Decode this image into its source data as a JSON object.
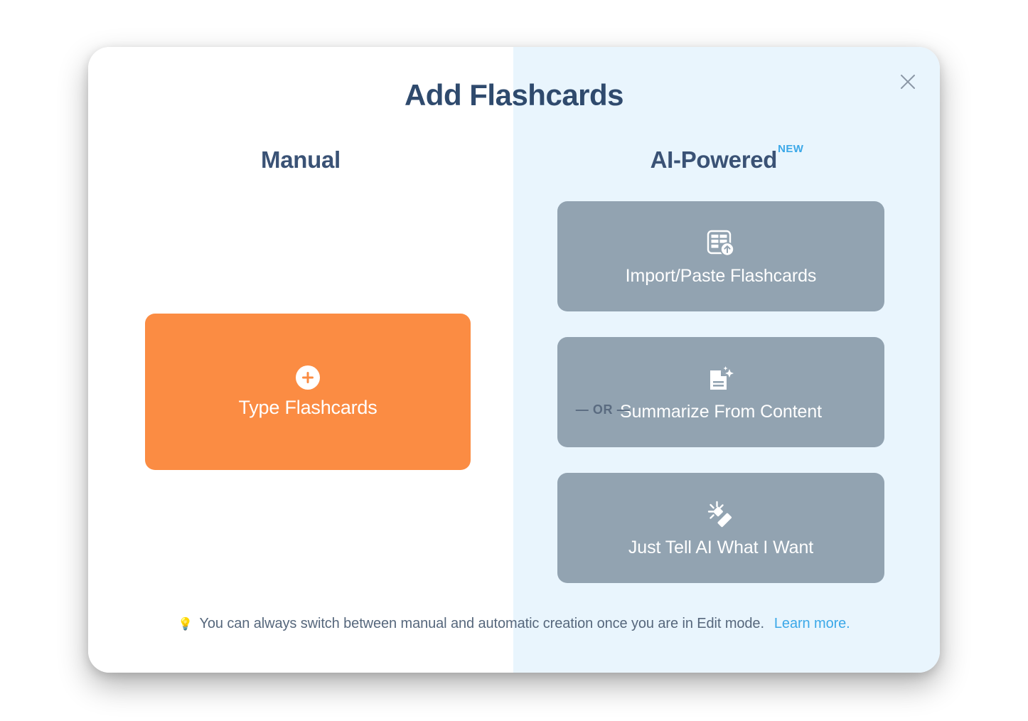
{
  "modal": {
    "title": "Add Flashcards",
    "close_icon": "close-icon"
  },
  "columns": {
    "manual": {
      "heading": "Manual"
    },
    "ai": {
      "heading": "AI-Powered",
      "badge": "NEW"
    }
  },
  "divider": {
    "text": "— OR —"
  },
  "manual_action": {
    "label": "Type Flashcards",
    "icon": "plus-circle-icon",
    "color": "#fb8c43"
  },
  "ai_actions": [
    {
      "label": "Import/Paste Flashcards",
      "icon": "table-upload-icon"
    },
    {
      "label": "Summarize From Content",
      "icon": "document-sparkle-icon"
    },
    {
      "label": "Just Tell AI What I Want",
      "icon": "magic-wand-icon"
    }
  ],
  "footer": {
    "bulb_icon": "💡",
    "text": "You can always switch between manual and automatic creation once you are in Edit mode.",
    "link": "Learn more."
  },
  "colors": {
    "title": "#2f4a6d",
    "heading": "#3a5275",
    "accent_blue": "#3ba8e8",
    "ai_panel_bg": "#e9f5fd",
    "ai_button": "#92a3b1",
    "orange": "#fb8c43"
  }
}
